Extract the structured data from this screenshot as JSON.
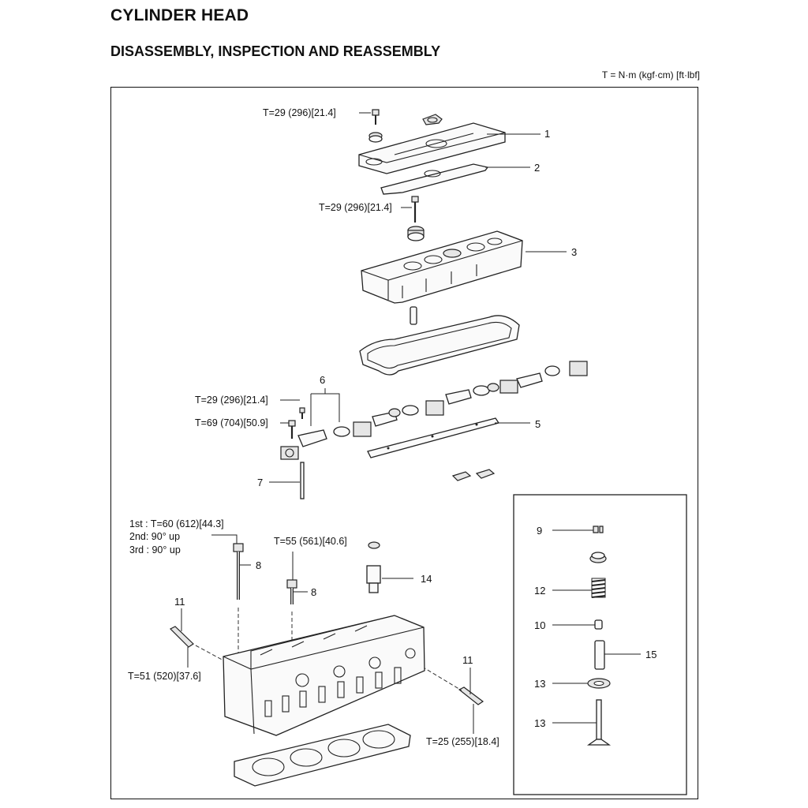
{
  "header": {
    "title": "CYLINDER HEAD",
    "subtitle": "DISASSEMBLY, INSPECTION AND REASSEMBLY",
    "units": "T = N·m (kgf·cm) [ft·lbf]"
  },
  "torque_labels": {
    "cover_bolt": "T=29 (296)[21.4]",
    "housing_bolt": "T=29 (296)[21.4]",
    "rocker_small": "T=29 (296)[21.4]",
    "rocker_large": "T=69 (704)[50.9]",
    "head_bolt_1st": "1st :  T=60 (612)[44.3]",
    "head_bolt_2nd": "2nd:  90° up",
    "head_bolt_3rd": "3rd :  90° up",
    "head_bolt_short": "T=55 (561)[40.6]",
    "stud_left": "T=51 (520)[37.6]",
    "stud_right": "T=25 (255)[18.4]"
  },
  "callouts": {
    "c1": "1",
    "c2": "2",
    "c3": "3",
    "c5": "5",
    "c6": "6",
    "c7": "7",
    "c8a": "8",
    "c8b": "8",
    "c11a": "11",
    "c11b": "11",
    "c14": "14",
    "c9": "9",
    "c12": "12",
    "c10": "10",
    "c15": "15",
    "c13a": "13",
    "c13b": "13"
  }
}
